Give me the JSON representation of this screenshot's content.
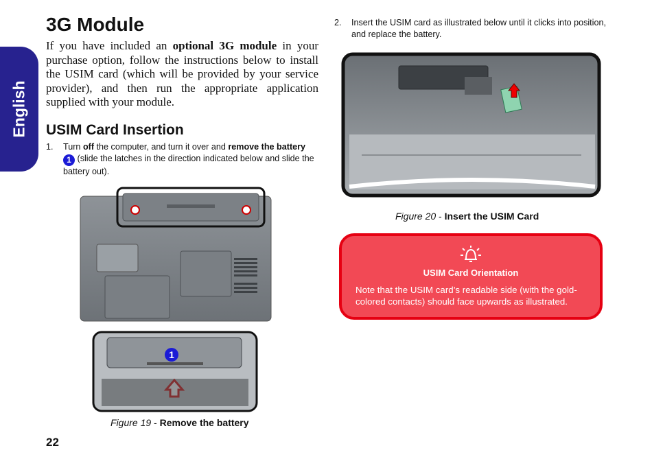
{
  "sidebar": {
    "language_tab": "English"
  },
  "page": {
    "title": "3G Module",
    "number": "22"
  },
  "intro": {
    "text_before": "If you have included an ",
    "text_bold": "optional 3G module",
    "text_after": " in your purchase option, follow the instructions below to install the USIM card (which will be provided by your service provider), and then run the appropriate application supplied with your module."
  },
  "section": {
    "heading": "USIM Card Insertion"
  },
  "steps": [
    {
      "number": "1.",
      "part1": "Turn ",
      "bold1": "off",
      "part2": " the computer, and turn it over and ",
      "bold2": "remove the battery",
      "badge": "1",
      "part3": " (slide the latches in the direction indicated below and slide the battery out)."
    },
    {
      "number": "2.",
      "text": "Insert the USIM card as illustrated below until it clicks into position, and replace the battery."
    }
  ],
  "figures": [
    {
      "label": "Figure 19",
      "sep": " - ",
      "caption": "Remove the battery",
      "badge": "1"
    },
    {
      "label": "Figure 20",
      "sep": " - ",
      "caption": "Insert the USIM Card"
    }
  ],
  "note": {
    "icon": "alarm-bell-icon",
    "title": "USIM Card Orientation",
    "body": "Note that the USIM card’s readable side (with the gold-colored contacts) should face upwards as illustrated."
  },
  "colors": {
    "tab": "#27228f",
    "note_bg": "#f24955",
    "note_border": "#e60012",
    "badge": "#1b1bd6"
  }
}
